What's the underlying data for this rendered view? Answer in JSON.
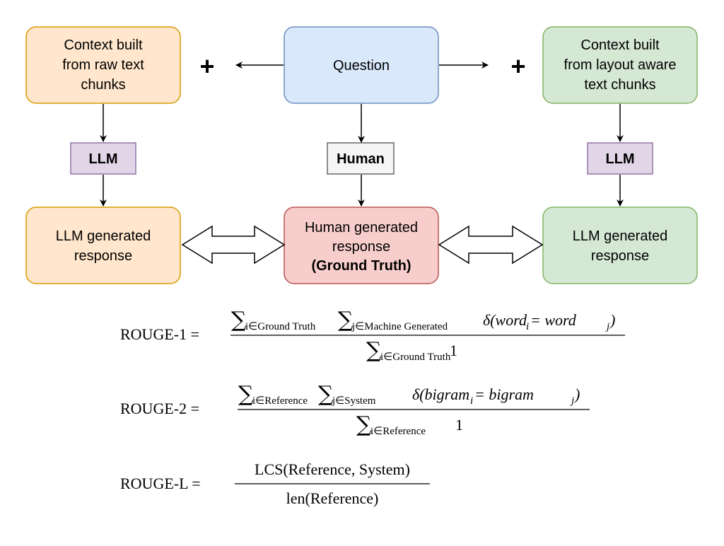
{
  "boxes": {
    "question": "Question",
    "raw_context": [
      "Context built",
      "from raw text",
      "chunks"
    ],
    "layout_context": [
      "Context built",
      "from layout aware",
      "text chunks"
    ],
    "llm_left": "LLM",
    "llm_right": "LLM",
    "human": "Human",
    "llm_response_left": [
      "LLM generated",
      "response"
    ],
    "llm_response_right": [
      "LLM generated",
      "response"
    ],
    "ground_truth": [
      "Human generated",
      "response",
      "(Ground Truth)"
    ],
    "plus": "+"
  },
  "colors": {
    "orange_fill": "#ffe6cc",
    "orange_stroke": "#d79b00",
    "blue_fill": "#dae8fc",
    "blue_stroke": "#6c8ebf",
    "green_fill": "#d5e8d4",
    "green_stroke": "#82b366",
    "purple_fill": "#e1d5e7",
    "purple_stroke": "#9673a6",
    "grey_fill": "#f5f5f5",
    "grey_stroke": "#666666",
    "red_fill": "#f8cecc",
    "red_stroke": "#b85450"
  },
  "formulas": {
    "rouge1": {
      "lhs": "ROUGE-1 =",
      "sub1": "i∈Ground Truth",
      "sub2": "j∈Machine Generated",
      "term": "δ(word",
      "i": "i",
      "eq": " = word",
      "j": "j",
      "close": ")",
      "den_sub": "i∈Ground Truth",
      "one": "1"
    },
    "rouge2": {
      "lhs": "ROUGE-2 =",
      "sub1": "i∈Reference",
      "sub2": "j∈System",
      "term": "δ(bigram",
      "i": "i",
      "eq": " = bigram",
      "j": "j",
      "close": ")",
      "den_sub": "i∈Reference",
      "one": "1"
    },
    "rougeL": {
      "lhs": "ROUGE-L =",
      "num": "LCS(Reference, System)",
      "den": "len(Reference)"
    },
    "sigma": "∑"
  }
}
